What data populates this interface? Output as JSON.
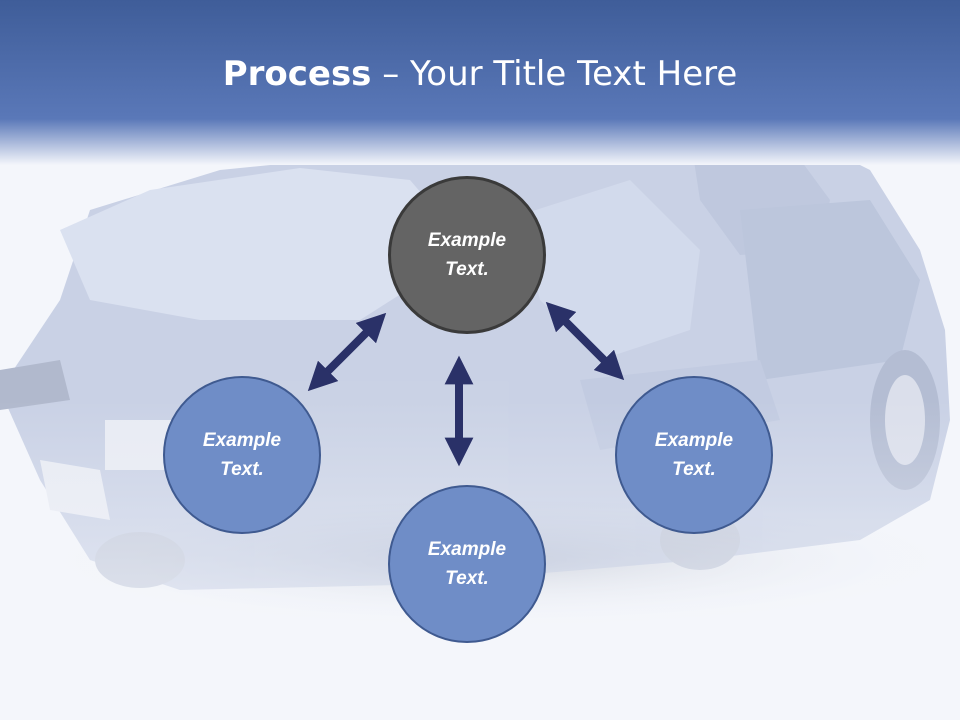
{
  "slide": {
    "title_bold": "Process",
    "title_rest": " – Your Title Text Here"
  },
  "nodes": {
    "top": "Example\nText.",
    "left": "Example\nText.",
    "right": "Example\nText.",
    "bottom": "Example\nText."
  },
  "colors": {
    "header_blue": "#5775b4",
    "center_node": "#646464",
    "outer_node": "#6f8dc7",
    "arrow": "#2a3168"
  }
}
